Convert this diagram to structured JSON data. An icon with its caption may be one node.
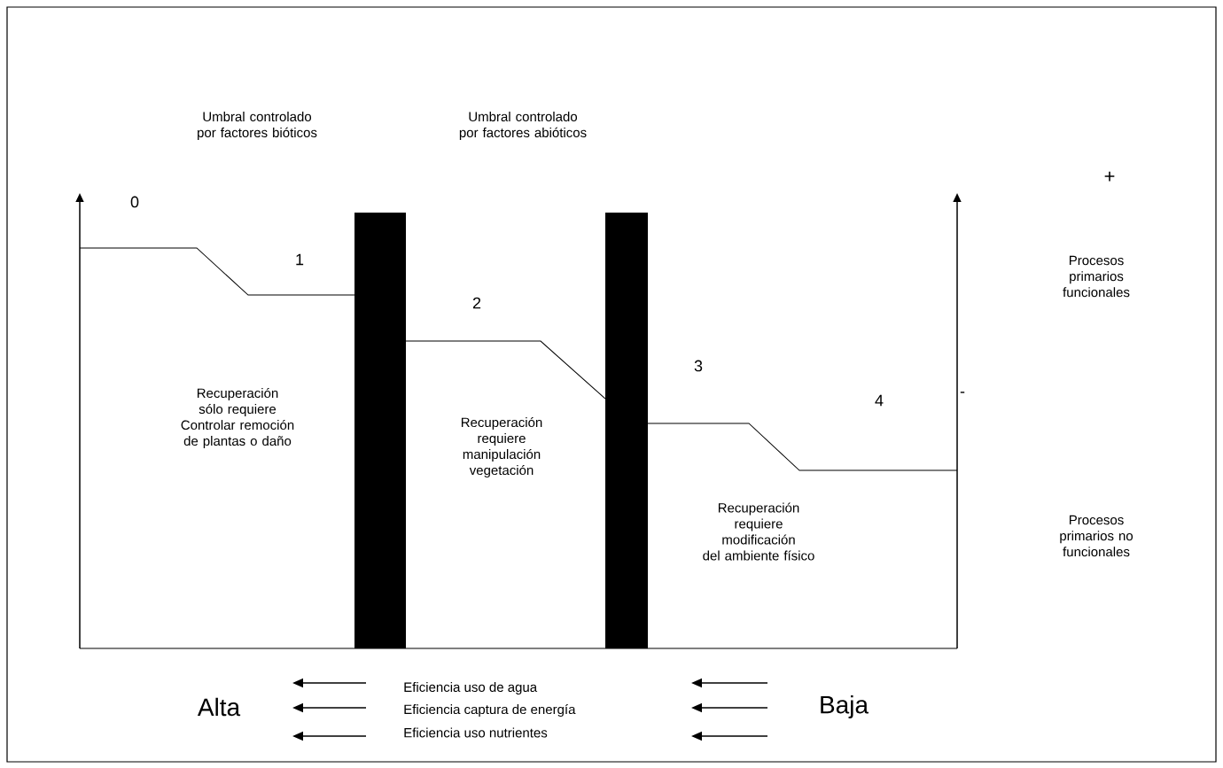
{
  "diagram": {
    "labels": [
      "Umbral controlado por factores bióticos",
      "Umbral controlado por factores abióticos",
      "+",
      "0",
      "1",
      "Procesos primarios funcionales",
      "2",
      "3",
      "Recuperación sólo requiere Controlar remoción de plantas o daño",
      "-",
      "4",
      "Recuperación requiere manipulación vegetación",
      "Recuperación requiere modificación del ambiente físico",
      "Procesos primarios no funcionales",
      "Alta",
      "Eficiencia uso de agua",
      "Baja",
      "Eficiencia captura de energía",
      "Eficiencia uso nutrientes"
    ]
  }
}
